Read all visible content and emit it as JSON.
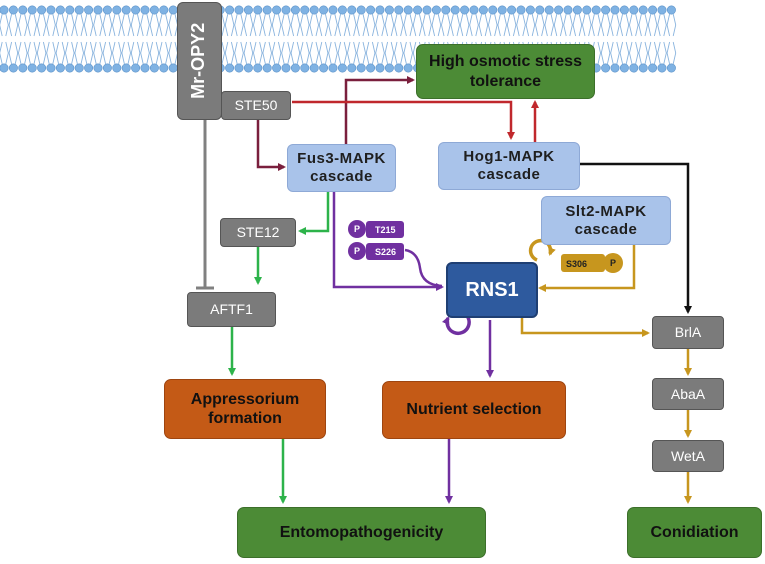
{
  "membrane_receptor": "Mr-OPY2",
  "nodes": {
    "ste50": "STE50",
    "fus3": "Fus3-MAPK cascade",
    "hog1": "Hog1-MAPK cascade",
    "slt2": "Slt2-MAPK cascade",
    "ste12": "STE12",
    "aftf1": "AFTF1",
    "rns1": "RNS1",
    "brla": "BrlA",
    "abaa": "AbaA",
    "weta": "WetA"
  },
  "outcomes": {
    "osmotic": "High osmotic stress tolerance",
    "appressorium": "Appressorium formation",
    "nutrient": "Nutrient selection",
    "entomo": "Entomopathogenicity",
    "conidiation": "Conidiation"
  },
  "phosphosites": {
    "t215": "T215",
    "s226": "S226",
    "s306": "S306",
    "p": "P"
  },
  "colors": {
    "gray_node": "#7b7b7b",
    "blue_node": "#a9c3ea",
    "green_outcome": "#4c8b36",
    "orange_outcome": "#c45a16",
    "rns1": "#2e5a9e",
    "arrow_maroon": "#7a1f3d",
    "arrow_red": "#c0282d",
    "arrow_green": "#2db34a",
    "arrow_purple": "#7030a0",
    "arrow_gold": "#c7961e",
    "arrow_black": "#111111",
    "inhibit_gray": "#808080"
  }
}
